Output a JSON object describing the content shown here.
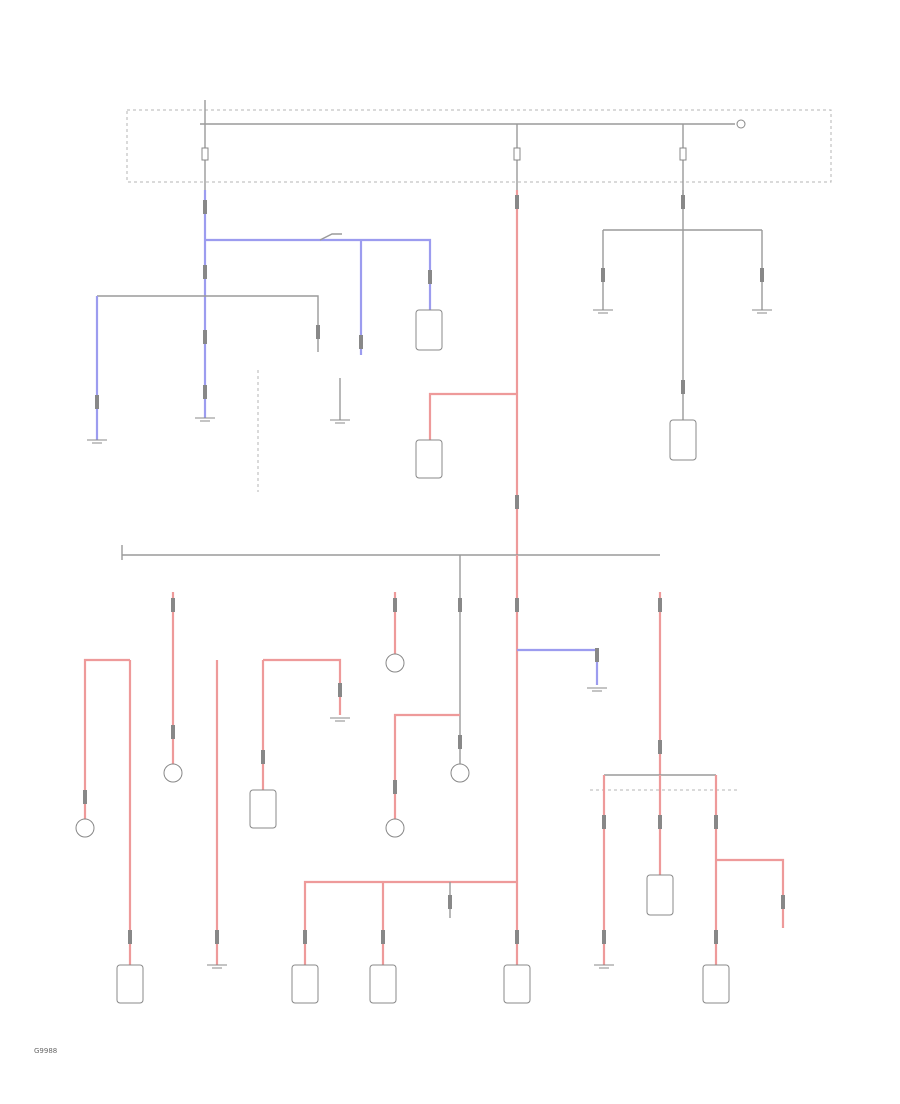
{
  "diagram": {
    "ref_code": "G9988",
    "labels": {
      "top_left": "",
      "fuse_box_right": "",
      "fuse_1": "",
      "fuse_2": "",
      "fuse_3": "",
      "bus_top": "",
      "bus_bottom": "",
      "splice_1": "",
      "splice_2": ""
    },
    "components": [
      {
        "id": "c01",
        "label": ""
      },
      {
        "id": "c02",
        "label": ""
      },
      {
        "id": "c03",
        "label": ""
      },
      {
        "id": "c04",
        "label": ""
      },
      {
        "id": "c05",
        "label": ""
      },
      {
        "id": "c06",
        "label": ""
      },
      {
        "id": "c07",
        "label": ""
      },
      {
        "id": "c08",
        "label": ""
      },
      {
        "id": "c09",
        "label": ""
      },
      {
        "id": "c10",
        "label": ""
      },
      {
        "id": "c11",
        "label": ""
      },
      {
        "id": "c12",
        "label": ""
      },
      {
        "id": "c13",
        "label": ""
      },
      {
        "id": "c14",
        "label": ""
      },
      {
        "id": "c15",
        "label": ""
      },
      {
        "id": "c16",
        "label": ""
      },
      {
        "id": "c17",
        "label": ""
      },
      {
        "id": "c18",
        "label": ""
      },
      {
        "id": "c19",
        "label": ""
      },
      {
        "id": "c20",
        "label": ""
      },
      {
        "id": "c21",
        "label": ""
      },
      {
        "id": "c22",
        "label": ""
      },
      {
        "id": "c23",
        "label": ""
      },
      {
        "id": "c24",
        "label": ""
      },
      {
        "id": "c25",
        "label": ""
      },
      {
        "id": "c26",
        "label": ""
      },
      {
        "id": "c27",
        "label": ""
      },
      {
        "id": "c28",
        "label": ""
      },
      {
        "id": "c29",
        "label": ""
      },
      {
        "id": "c30",
        "label": ""
      }
    ],
    "wire_colors": {
      "black": "#9a9a9a",
      "red": "#ee9a9a",
      "blue": "#9c9cef"
    }
  }
}
